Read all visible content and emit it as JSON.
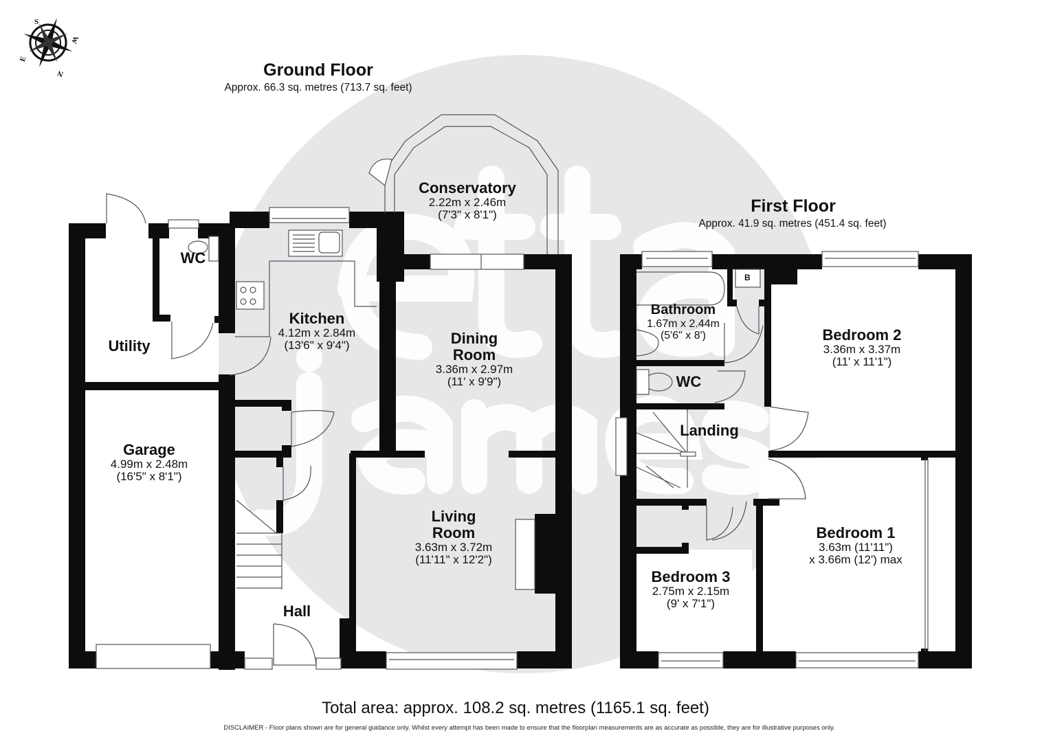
{
  "compass": {
    "labels": [
      "S",
      "W",
      "N",
      "E"
    ]
  },
  "watermark": {
    "line1": "etta",
    "line2": "james",
    "circle_color": "#e6e7e9"
  },
  "ground_floor": {
    "title": "Ground Floor",
    "area": "Approx. 66.3 sq. metres (713.7 sq. feet)",
    "rooms": {
      "conservatory": {
        "name": "Conservatory",
        "metric": "2.22m x 2.46m",
        "imperial": "(7'3\" x 8'1\")"
      },
      "wc": {
        "name": "WC"
      },
      "kitchen": {
        "name": "Kitchen",
        "metric": "4.12m x 2.84m",
        "imperial": "(13'6\" x 9'4\")"
      },
      "utility": {
        "name": "Utility"
      },
      "dining_room": {
        "name_line1": "Dining",
        "name_line2": "Room",
        "metric": "3.36m x 2.97m",
        "imperial": "(11' x 9'9\")"
      },
      "garage": {
        "name": "Garage",
        "metric": "4.99m x 2.48m",
        "imperial": "(16'5\" x 8'1\")"
      },
      "living_room": {
        "name_line1": "Living",
        "name_line2": "Room",
        "metric": "3.63m x 3.72m",
        "imperial": "(11'11\" x 12'2\")"
      },
      "hall": {
        "name": "Hall"
      }
    }
  },
  "first_floor": {
    "title": "First Floor",
    "area": "Approx. 41.9 sq. metres (451.4 sq. feet)",
    "rooms": {
      "bathroom": {
        "name": "Bathroom",
        "metric": "1.67m x 2.44m",
        "imperial": "(5'6\" x 8')"
      },
      "boiler": {
        "label": "B"
      },
      "wc": {
        "name": "WC"
      },
      "bedroom2": {
        "name": "Bedroom 2",
        "metric": "3.36m x 3.37m",
        "imperial": "(11' x 11'1\")"
      },
      "landing": {
        "name": "Landing"
      },
      "bedroom1": {
        "name": "Bedroom 1",
        "metric": "3.63m (11'11\")",
        "imperial": "x 3.66m (12') max"
      },
      "bedroom3": {
        "name": "Bedroom 3",
        "metric": "2.75m x 2.15m",
        "imperial": "(9' x 7'1\")"
      }
    }
  },
  "footer": {
    "total_area": "Total area: approx. 108.2 sq. metres (1165.1 sq. feet)",
    "disclaimer": "DISCLAIMER -  Floor plans shown are for general guidance only. Whilst every attempt has been made to ensure that the floorplan measurements are as accurate as possible, they are for illustrative purposes only."
  },
  "colors": {
    "wall": "#0d0d0d",
    "fixture_line": "#555555",
    "room_fill": "#ffffff",
    "watermark": "#e6e7e9"
  }
}
